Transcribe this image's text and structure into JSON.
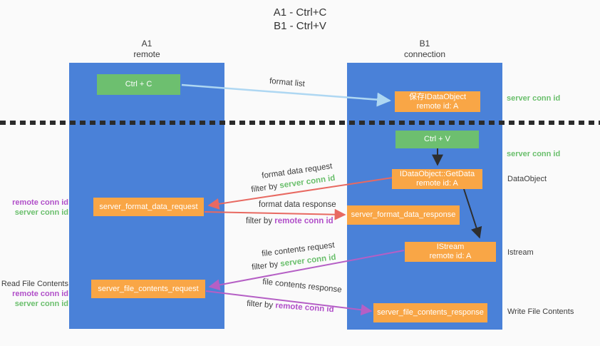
{
  "title": {
    "line1": "A1 - Ctrl+C",
    "line2": "B1 - Ctrl+V"
  },
  "lanes": {
    "a1": {
      "title": "A1",
      "subtitle": "remote"
    },
    "b1": {
      "title": "B1",
      "subtitle": "connection"
    }
  },
  "nodes": {
    "ctrl_c": {
      "label": "Ctrl + C"
    },
    "ctrl_v": {
      "label": "Ctrl + V"
    },
    "save_dataobject": {
      "line1": "保存IDataObject",
      "line2": "remote id: A"
    },
    "getdata": {
      "line1": "IDataObject::GetData",
      "line2": "remote id: A"
    },
    "istream": {
      "line1": "IStream",
      "line2": "remote id: A"
    },
    "format_request": {
      "label": "server_format_data_request"
    },
    "format_response": {
      "label": "server_format_data_response"
    },
    "file_request": {
      "label": "server_file_contents_request"
    },
    "file_response": {
      "label": "server_file_contents_response"
    }
  },
  "flow_labels": {
    "format_list": "format list",
    "format_data_request": "format data request",
    "format_data_response": "format data response",
    "file_contents_request": "file contents request",
    "file_contents_response": "file contents response"
  },
  "terms": {
    "filter_by": "filter by",
    "server_conn_id": "server conn id",
    "remote_conn_id": "remote conn id"
  },
  "side_labels": {
    "dataobject": "DataObject",
    "istream": "Istream",
    "write_file_contents": "Write File Contents",
    "read_file_contents": "Read File Contents"
  },
  "colors": {
    "lane_blue": "#4a81d8",
    "node_green": "#6dbf6f",
    "node_orange": "#f9a646",
    "text_dark": "#3c3c3c",
    "conn_id_green": "#6abf6c",
    "conn_id_purple": "#b14fc9",
    "arrow_red": "#e86961",
    "arrow_purple": "#b55fc5",
    "arrow_light_blue": "#aed7f2",
    "arrow_black": "#2e2e2e",
    "background": "#fafafa"
  }
}
